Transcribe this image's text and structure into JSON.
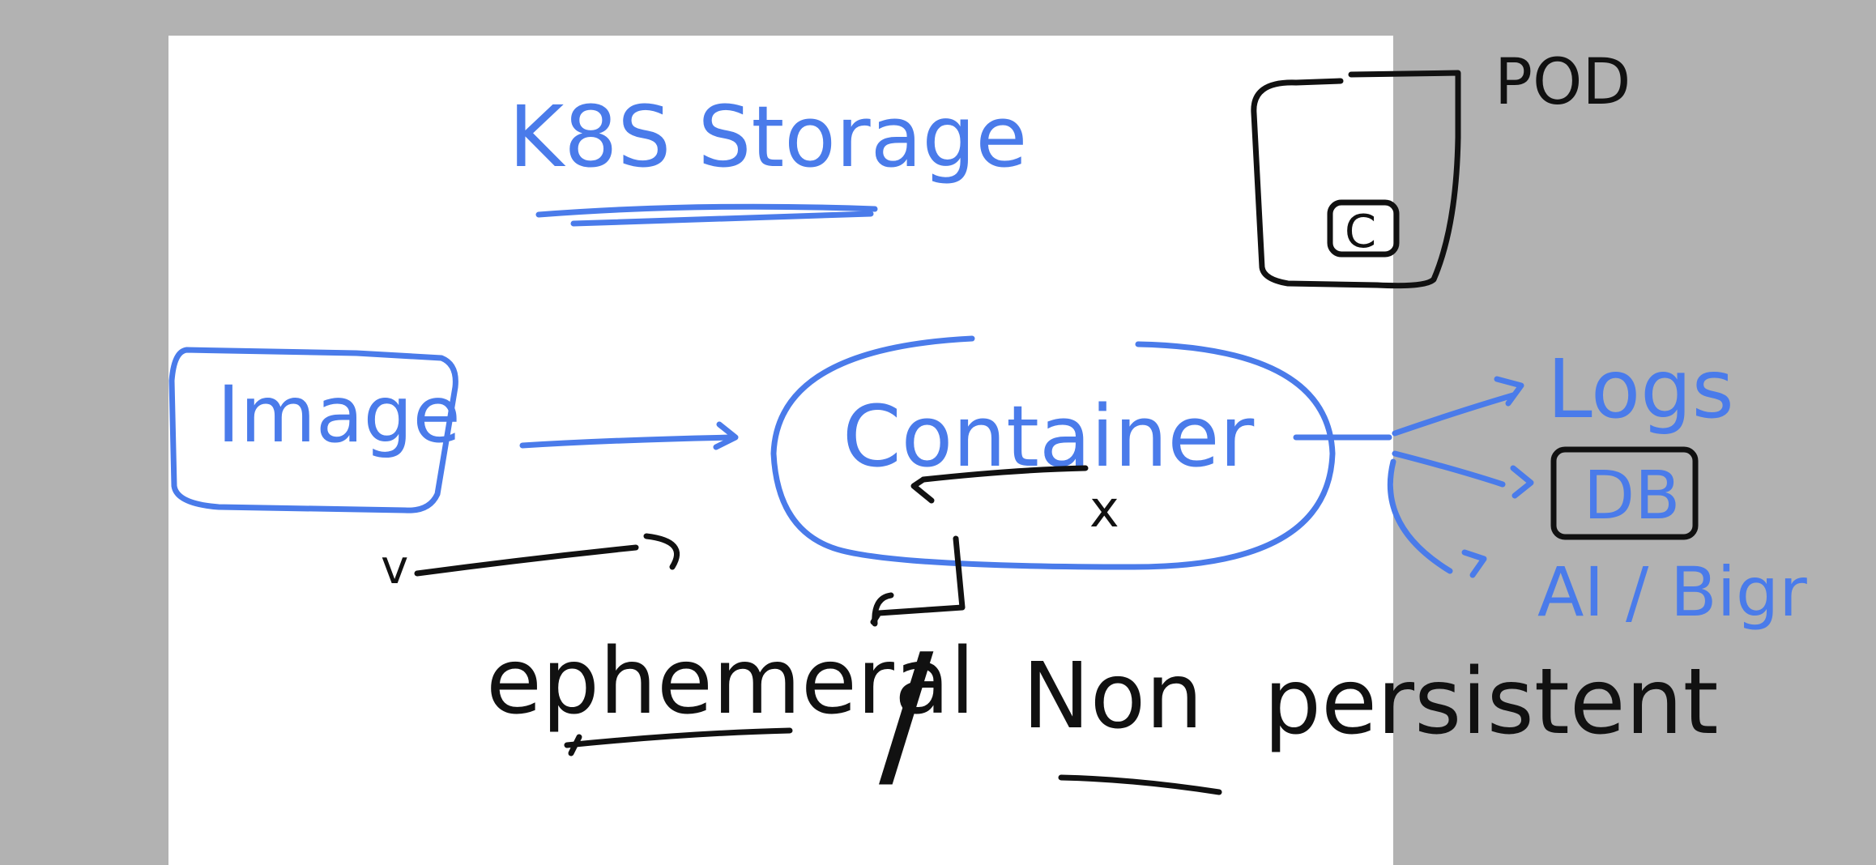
{
  "colors": {
    "background": "#b2b2b2",
    "page": "#ffffff",
    "blue_ink": "#4a7bea",
    "black_ink": "#111111"
  },
  "diagram": {
    "title": "K8S Storage",
    "pod_label": "POD",
    "pod_inner": "C",
    "image_box": "Image",
    "container_node": "Container",
    "x_mark": "x",
    "v_mark": "v",
    "outputs": {
      "logs": "Logs",
      "db": "DB",
      "ai": "AI / Bigr"
    },
    "ephemeral": "ephemeral",
    "slash": "/",
    "non": "Non",
    "persistent": "persistent"
  }
}
